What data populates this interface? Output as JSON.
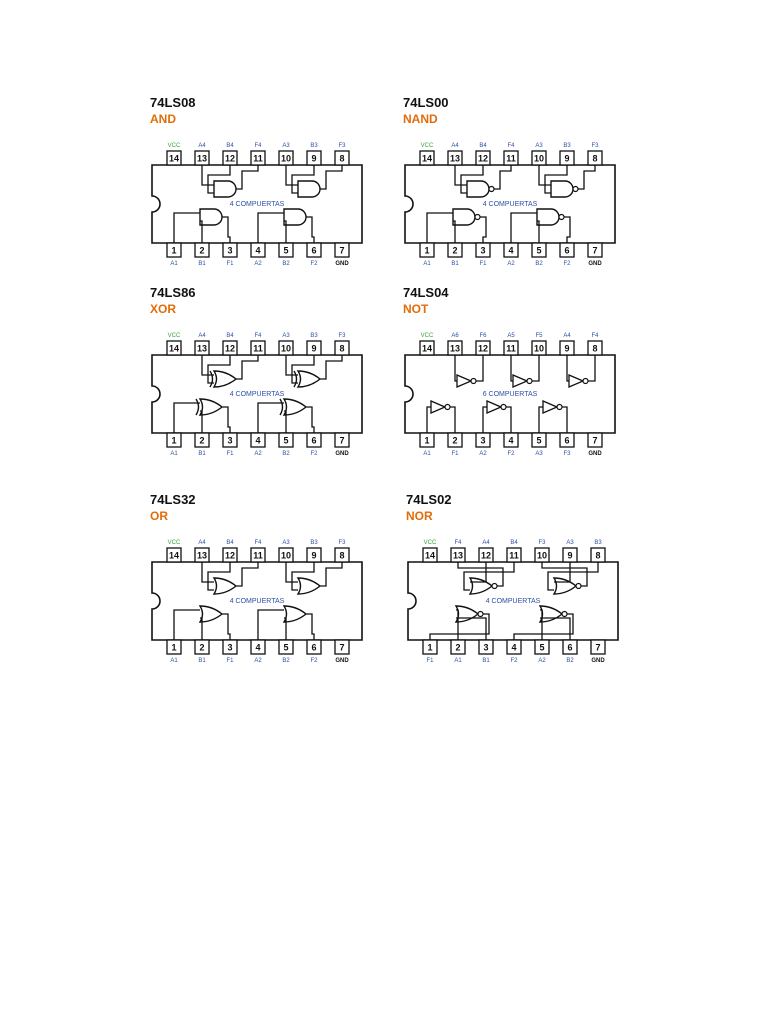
{
  "colors": {
    "type_label": "#e36c0a",
    "pin_label": "#2e4fa8",
    "vcc_label": "#3aa33a",
    "gnd_label": "#111111",
    "center_label": "#2e4fa8",
    "line": "#111111"
  },
  "chips": [
    {
      "id": "74ls08",
      "part": "74LS08",
      "type": "AND",
      "gate": "and",
      "count": 4,
      "center_label": "4 COMPUERTAS",
      "top_pins": [
        "14",
        "13",
        "12",
        "11",
        "10",
        "9",
        "8"
      ],
      "top_labels": [
        "VCC",
        "A4",
        "B4",
        "F4",
        "A3",
        "B3",
        "F3"
      ],
      "bottom_pins": [
        "1",
        "2",
        "3",
        "4",
        "5",
        "6",
        "7"
      ],
      "bottom_labels": [
        "A1",
        "B1",
        "F1",
        "A2",
        "B2",
        "F2",
        "GND"
      ]
    },
    {
      "id": "74ls00",
      "part": "74LS00",
      "type": "NAND",
      "gate": "nand",
      "count": 4,
      "center_label": "4 COMPUERTAS",
      "top_pins": [
        "14",
        "13",
        "12",
        "11",
        "10",
        "9",
        "8"
      ],
      "top_labels": [
        "VCC",
        "A4",
        "B4",
        "F4",
        "A3",
        "B3",
        "F3"
      ],
      "bottom_pins": [
        "1",
        "2",
        "3",
        "4",
        "5",
        "6",
        "7"
      ],
      "bottom_labels": [
        "A1",
        "B1",
        "F1",
        "A2",
        "B2",
        "F2",
        "GND"
      ]
    },
    {
      "id": "74ls86",
      "part": "74LS86",
      "type": "XOR",
      "gate": "xor",
      "count": 4,
      "center_label": "4 COMPUERTAS",
      "top_pins": [
        "14",
        "13",
        "12",
        "11",
        "10",
        "9",
        "8"
      ],
      "top_labels": [
        "VCC",
        "A4",
        "B4",
        "F4",
        "A3",
        "B3",
        "F3"
      ],
      "bottom_pins": [
        "1",
        "2",
        "3",
        "4",
        "5",
        "6",
        "7"
      ],
      "bottom_labels": [
        "A1",
        "B1",
        "F1",
        "A2",
        "B2",
        "F2",
        "GND"
      ]
    },
    {
      "id": "74ls04",
      "part": "74LS04",
      "type": "NOT",
      "gate": "not",
      "count": 6,
      "center_label": "6 COMPUERTAS",
      "top_pins": [
        "14",
        "13",
        "12",
        "11",
        "10",
        "9",
        "8"
      ],
      "top_labels": [
        "VCC",
        "A6",
        "F6",
        "A5",
        "F5",
        "A4",
        "F4"
      ],
      "bottom_pins": [
        "1",
        "2",
        "3",
        "4",
        "5",
        "6",
        "7"
      ],
      "bottom_labels": [
        "A1",
        "F1",
        "A2",
        "F2",
        "A3",
        "F3",
        "GND"
      ]
    },
    {
      "id": "74ls32",
      "part": "74LS32",
      "type": "OR",
      "gate": "or",
      "count": 4,
      "center_label": "4 COMPUERTAS",
      "top_pins": [
        "14",
        "13",
        "12",
        "11",
        "10",
        "9",
        "8"
      ],
      "top_labels": [
        "VCC",
        "A4",
        "B4",
        "F4",
        "A3",
        "B3",
        "F3"
      ],
      "bottom_pins": [
        "1",
        "2",
        "3",
        "4",
        "5",
        "6",
        "7"
      ],
      "bottom_labels": [
        "A1",
        "B1",
        "F1",
        "A2",
        "B2",
        "F2",
        "GND"
      ]
    },
    {
      "id": "74ls02",
      "part": "74LS02",
      "type": "NOR",
      "gate": "nor",
      "count": 4,
      "center_label": "4 COMPUERTAS",
      "top_pins": [
        "14",
        "13",
        "12",
        "11",
        "10",
        "9",
        "8"
      ],
      "top_labels": [
        "VCC",
        "F4",
        "A4",
        "B4",
        "F3",
        "A3",
        "B3"
      ],
      "bottom_pins": [
        "1",
        "2",
        "3",
        "4",
        "5",
        "6",
        "7"
      ],
      "bottom_labels": [
        "F1",
        "A1",
        "B1",
        "F2",
        "A2",
        "B2",
        "GND"
      ]
    }
  ]
}
